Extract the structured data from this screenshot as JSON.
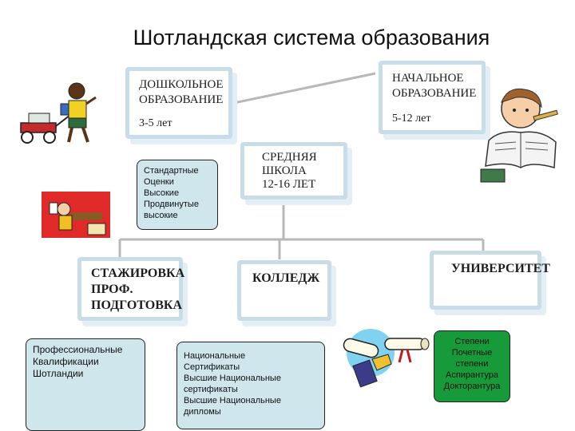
{
  "title": "Шотландская система образования",
  "nodes": {
    "preschool": {
      "heading": "ДОШКОЛЬНОЕ\nОБРАЗОВАНИЕ",
      "age": "3-5 лет"
    },
    "primary": {
      "heading": "НАЧАЛЬНОЕ\nОБРАЗОВАНИЕ",
      "age": "5-12 лет"
    },
    "secondary": {
      "heading": "СРЕДНЯЯ\nШКОЛА\n12-16 лет"
    },
    "training": {
      "heading": "СТАЖИРОВКА\nПРОФ.\nПОДГОТОВКА"
    },
    "college": {
      "heading": "КОЛЛЕДЖ"
    },
    "university": {
      "heading": "УНИВЕРСИТЕТ"
    }
  },
  "notes": {
    "school_levels": [
      "Стандартные",
      "Оценки",
      "Высокие",
      "Продвинутые",
      "высокие"
    ],
    "professional": [
      "Профессиональные",
      "Квалификации",
      "Шотландии"
    ],
    "national": [
      "Национальные",
      "Сертификаты",
      "Высшие Национальные",
      "сертификаты",
      "Высшие Национальные",
      "дипломы"
    ],
    "degrees": [
      "Степени",
      "Почетные",
      "степени",
      "Аспирантура",
      "Докторантура"
    ]
  },
  "colors": {
    "card_border": "#c9dde9",
    "line": "#b8b8b8",
    "note_fill": "#cfe6ec",
    "degrees_fill": "#169a3a"
  }
}
